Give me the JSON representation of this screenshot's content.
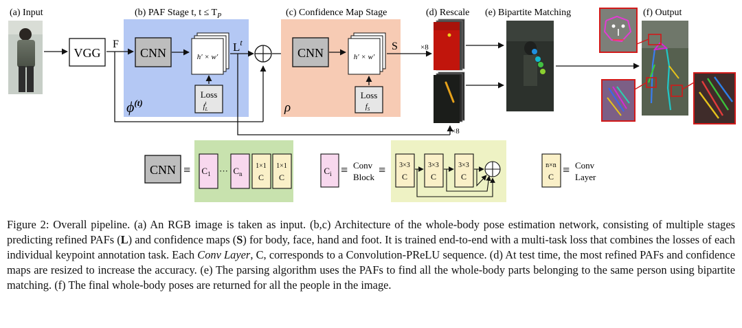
{
  "figure": {
    "stages": {
      "input": "(a) Input",
      "paf": "(b) PAF Stage t,  t ≤ T",
      "paf_sub": "P",
      "confidence": "(c) Confidence Map Stage",
      "rescale": "(d) Rescale",
      "matching": "(e) Bipartite Matching",
      "output": "(f) Output"
    },
    "blocks": {
      "vgg": "VGG",
      "f_label": "F",
      "cnn": "CNN",
      "feature_map": "h′ × w′",
      "l_label": "L",
      "l_sup": "t",
      "s_label": "S",
      "loss": "Loss",
      "loss_paf": "f",
      "loss_paf_sub": "L",
      "loss_paf_sup": "t",
      "loss_conf": "f",
      "loss_conf_sub": "S",
      "phi": "ϕ",
      "phi_sup": "(t)",
      "rho": "ρ",
      "x8_top": "×8",
      "x8_bottom": "×8"
    },
    "legend": {
      "cnn": "CNN",
      "equiv": "≡",
      "c1": "C",
      "c1_sub": "1",
      "dots": "···",
      "cn": "C",
      "cn_sub": "n",
      "onexone": "1×1",
      "c": "C",
      "ci": "C",
      "ci_sub": "i",
      "conv_block_1": "Conv",
      "conv_block_2": "Block",
      "threexthree": "3×3",
      "nxn": "n×n",
      "conv_layer_1": "Conv",
      "conv_layer_2": "Layer"
    },
    "colors": {
      "paf_bg": "#b4c8f4",
      "conf_bg": "#f7cbb4",
      "cnn_legend_bg": "#c8e2ae",
      "conv_block_bg": "#eef2c4",
      "pink_block": "#f8d8ee",
      "yellow_block": "#faf0c8",
      "gray_block": "#bdbdbd",
      "red_frame": "#d11a1a"
    }
  },
  "caption": {
    "p1": "Figure 2: Overall pipeline. (a) An RGB image is taken as input. (b,c) Architecture of the whole-body pose estimation network, consisting of multiple stages predicting refined PAFs (",
    "L": "L",
    "p2": ") and confidence maps (",
    "S": "S",
    "p3": ") for body, face, hand and foot. It is trained end-to-end with a multi-task loss that combines the losses of each individual keypoint annotation task. Each ",
    "conv_layer": "Conv Layer",
    "p4": ", C, corresponds to a Convolution-PReLU sequence. (d) At test time, the most refined PAFs and confidence maps are resized to increase the accuracy. (e) The parsing algorithm uses the PAFs to find all the whole-body parts belonging to the same person using bipartite matching. (f) The final whole-body poses are returned for all the people in the image."
  }
}
